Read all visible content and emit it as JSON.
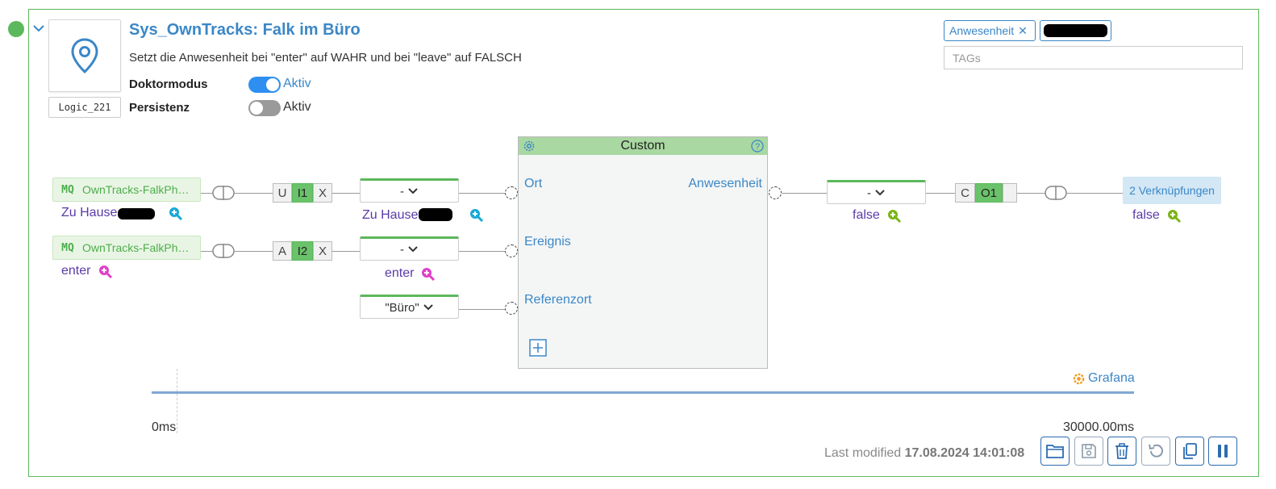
{
  "logic": {
    "title": "Sys_OwnTracks: Falk im Büro",
    "description": "Setzt die Anwesenheit bei \"enter\" auf WAHR und bei \"leave\" auf FALSCH",
    "id": "Logic_221",
    "status_color": "#5cb85c",
    "doktormodus": {
      "label": "Doktormodus",
      "state_label": "Aktiv",
      "enabled": true
    },
    "persistenz": {
      "label": "Persistenz",
      "state_label": "Aktiv",
      "enabled": false
    }
  },
  "tags": {
    "items": [
      {
        "label": "Anwesenheit",
        "remove": "✕"
      }
    ],
    "placeholder": "TAGs"
  },
  "inputs": [
    {
      "badge": "MQ",
      "name": "OwnTracks-FalkPh…",
      "value": "Zu Hause",
      "mode": [
        "U",
        "I1",
        "X"
      ],
      "active": "I1",
      "dropdown": "-",
      "downstream_value": "Zu Hause",
      "port": "Ort"
    },
    {
      "badge": "MQ",
      "name": "OwnTracks-FalkPh…",
      "value": "enter",
      "mode": [
        "A",
        "I2",
        "X"
      ],
      "active": "I2",
      "dropdown": "-",
      "downstream_value": "enter",
      "port": "Ereignis"
    },
    {
      "dropdown": "\"Büro\"",
      "port": "Referenzort"
    }
  ],
  "custom_block": {
    "title": "Custom",
    "output_port": "Anwesenheit"
  },
  "output": {
    "dropdown": "-",
    "value": "false",
    "mode": [
      "C",
      "O1",
      ""
    ],
    "active": "O1",
    "links_label": "2 Verknüpfungen",
    "final_value": "false"
  },
  "timeline": {
    "grafana_label": "Grafana",
    "start": "0ms",
    "end": "30000.00ms"
  },
  "footer": {
    "last_modified_label": "Last modified",
    "last_modified_value": "17.08.2024 14:01:08"
  },
  "actions": [
    {
      "name": "folder-icon",
      "enabled": true
    },
    {
      "name": "save-icon",
      "enabled": false
    },
    {
      "name": "trash-icon",
      "enabled": true
    },
    {
      "name": "undo-icon",
      "enabled": false
    },
    {
      "name": "copy-icon",
      "enabled": true
    },
    {
      "name": "pause-icon",
      "enabled": true
    }
  ],
  "colors": {
    "accent": "#3b87c7",
    "green": "#5cb85c",
    "value_purple": "#5a3aa8",
    "zoom_magenta": "#e040c8",
    "zoom_cyan": "#16a9d8",
    "zoom_olive": "#7cb518"
  }
}
